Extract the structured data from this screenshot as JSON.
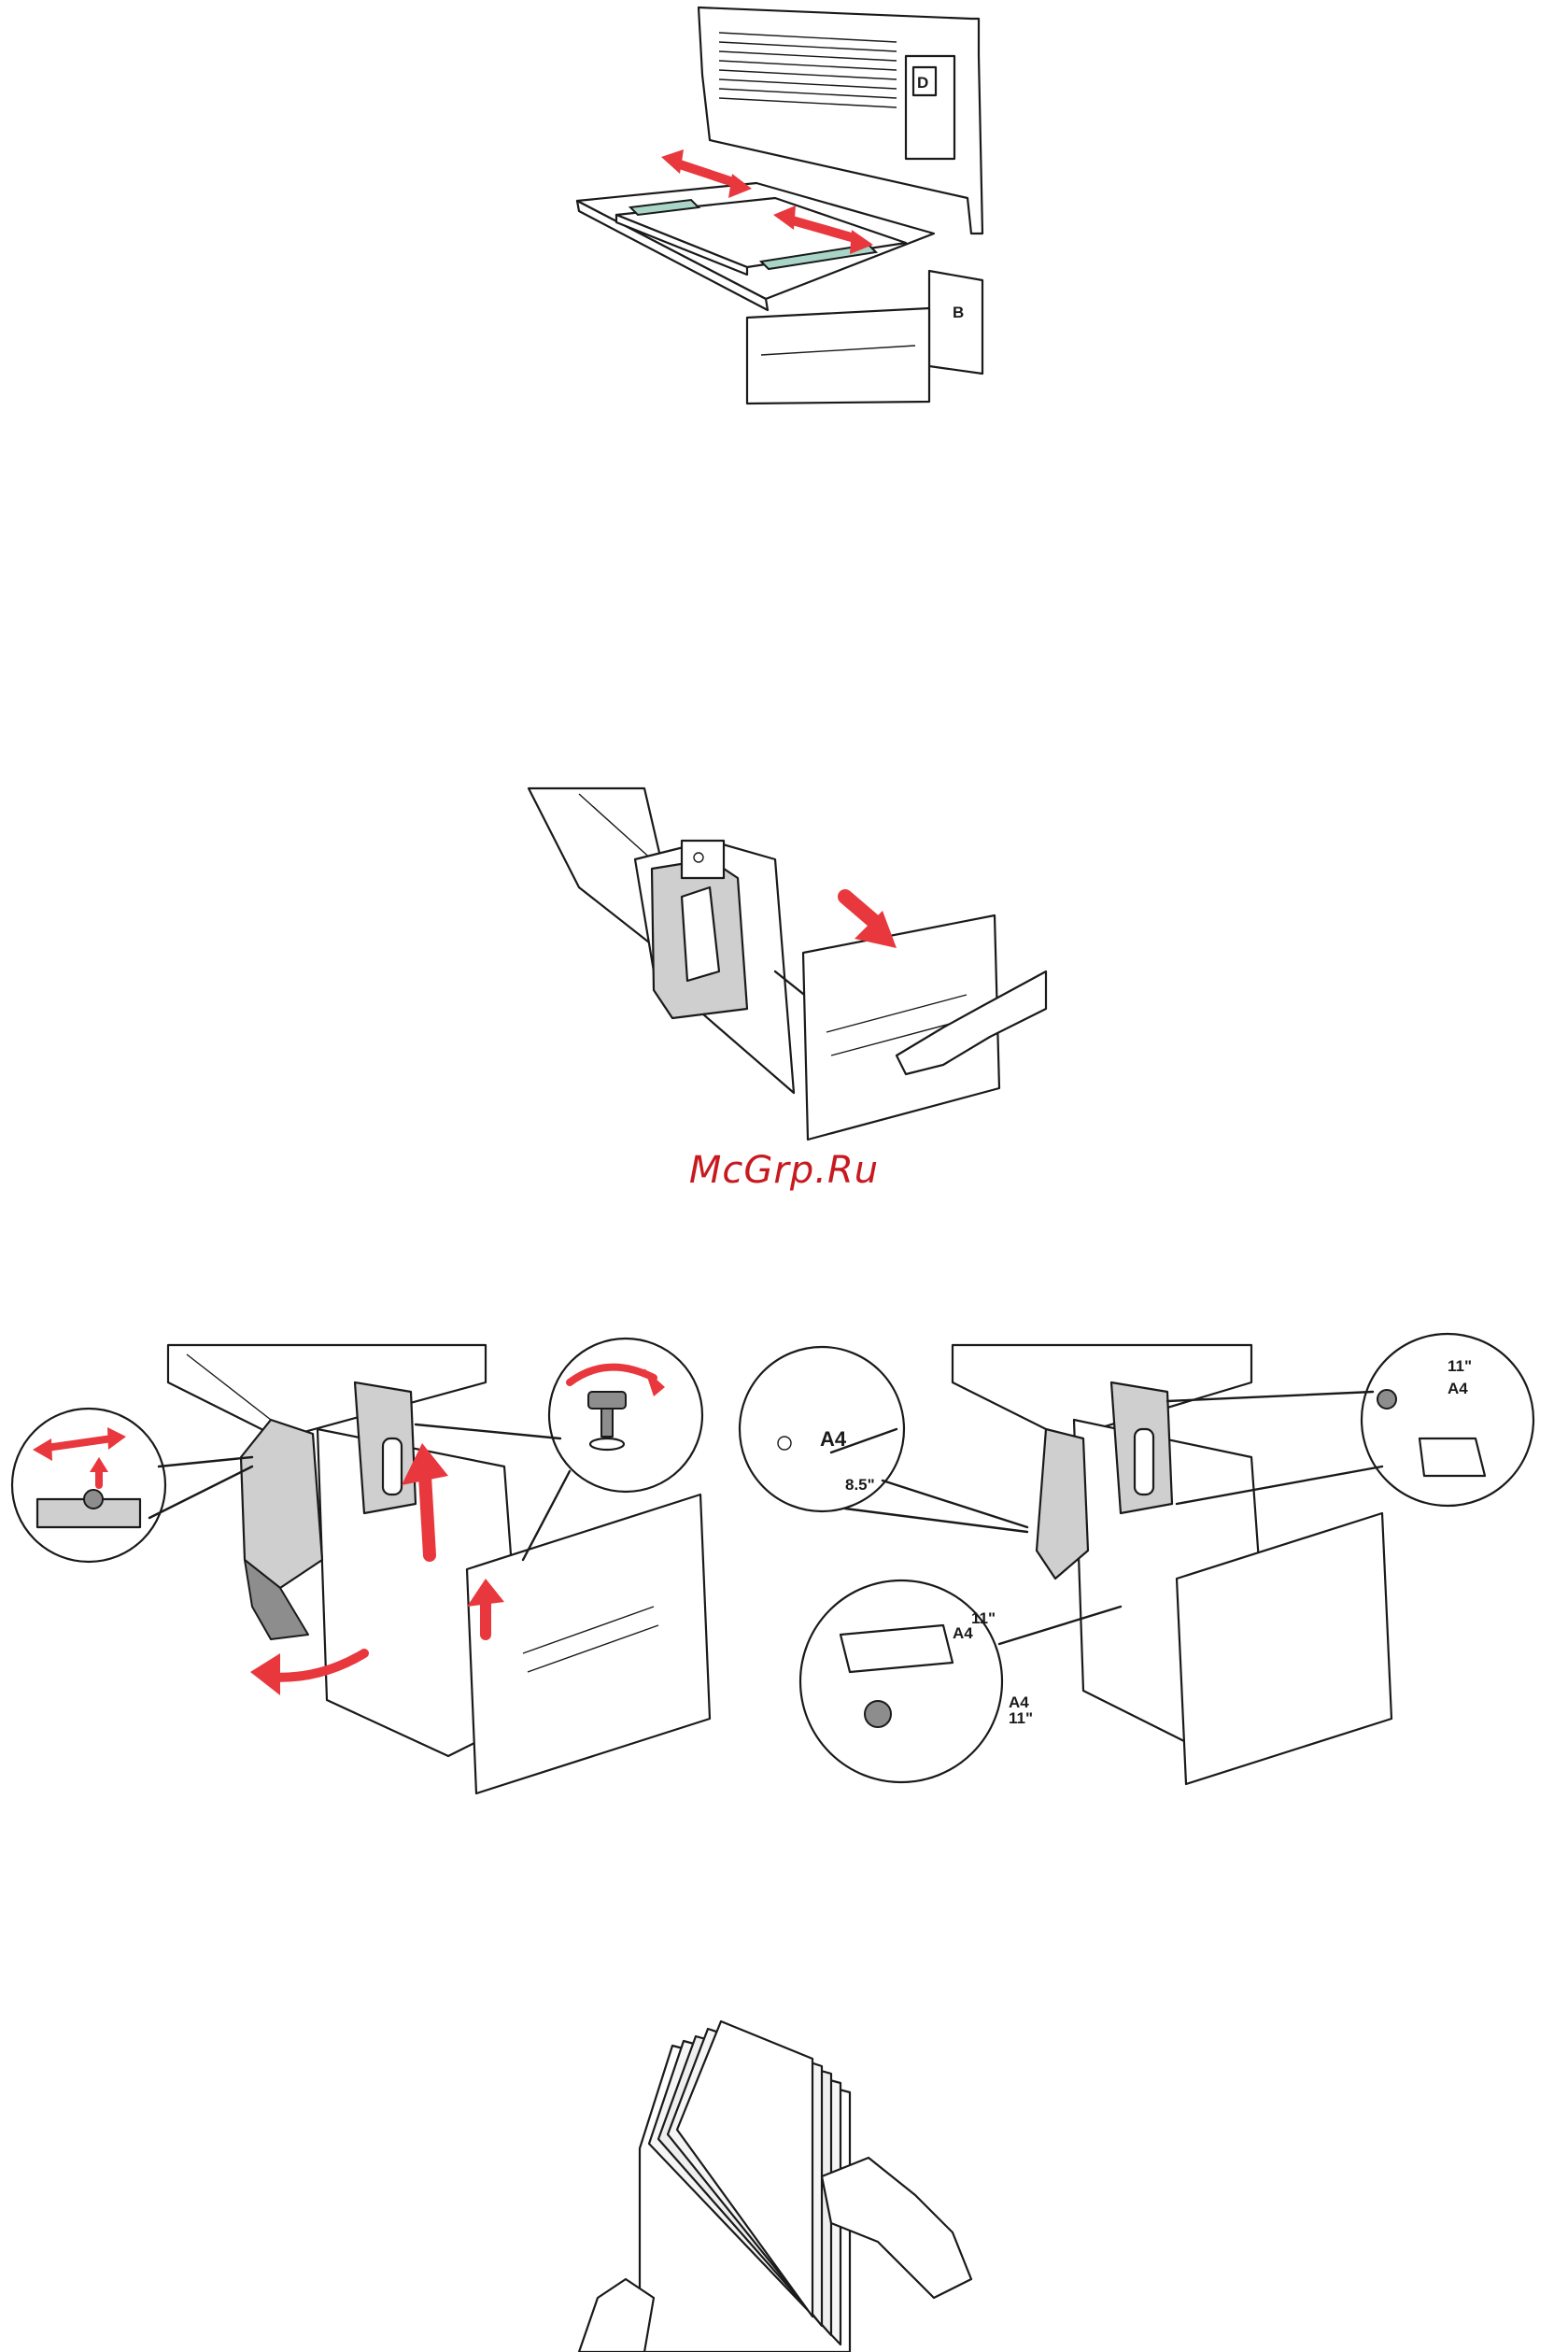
{
  "watermark": {
    "text": "McGrp.Ru"
  },
  "figures": {
    "bypass_tray": {
      "labels": [
        "D",
        "B"
      ]
    },
    "tray_b": {
      "labels": [
        "A4",
        "8.5\""
      ]
    },
    "tray_c": {
      "labels": [
        "11\"",
        "A4",
        "11\"",
        "A4",
        "11\"",
        "A4"
      ]
    }
  },
  "colors": {
    "arrow": "#e8383d",
    "guide": "#a8d5c7",
    "watermark": "#c8191f"
  },
  "icons": [
    "double-arrow-icon",
    "pull-arrow-icon",
    "rotate-arrow-icon",
    "up-arrow-icon"
  ]
}
